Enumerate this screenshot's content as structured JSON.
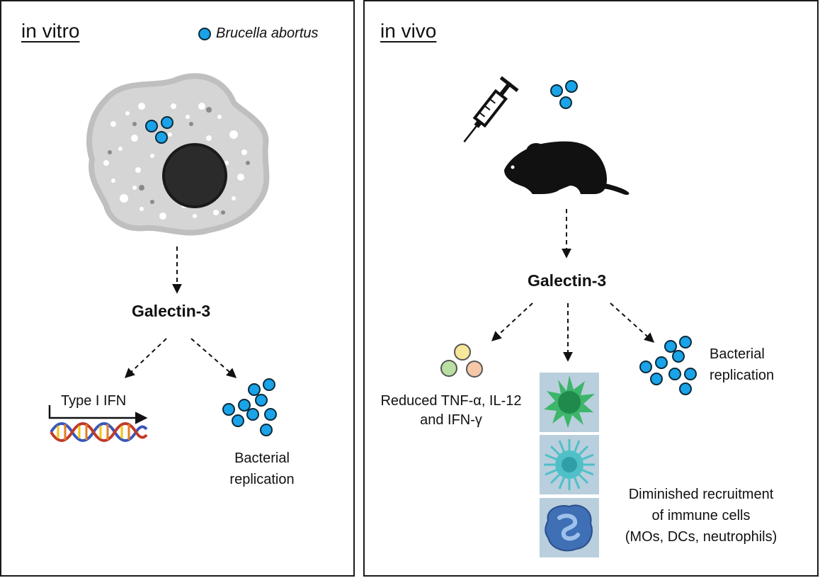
{
  "left_panel": {
    "heading": "in vitro",
    "legend_label": "Brucella abortus",
    "galectin_label": "Galectin-3",
    "ifn_label": "Type I IFN",
    "bacterial_line1": "Bacterial",
    "bacterial_line2": "replication"
  },
  "right_panel": {
    "heading": "in vivo",
    "galectin_label": "Galectin-3",
    "cytokine_line1": "Reduced TNF-α, IL-12",
    "cytokine_line2": "and IFN-γ",
    "bacterial_line1": "Bacterial",
    "bacterial_line2": "replication",
    "immune_line1": "Diminished recruitment",
    "immune_line2": "of immune cells",
    "immune_line3": "(MOs, DCs, neutrophils)"
  },
  "colors": {
    "bacterium": "#1aa3e8",
    "cell_body": "#c8c8c8",
    "nucleus": "#2b2b2b",
    "cytokine_yellow": "#f6e79a",
    "cytokine_green": "#b9dfa1",
    "cytokine_orange": "#f5c8a8",
    "immune_bg": "#b9cfdd"
  }
}
